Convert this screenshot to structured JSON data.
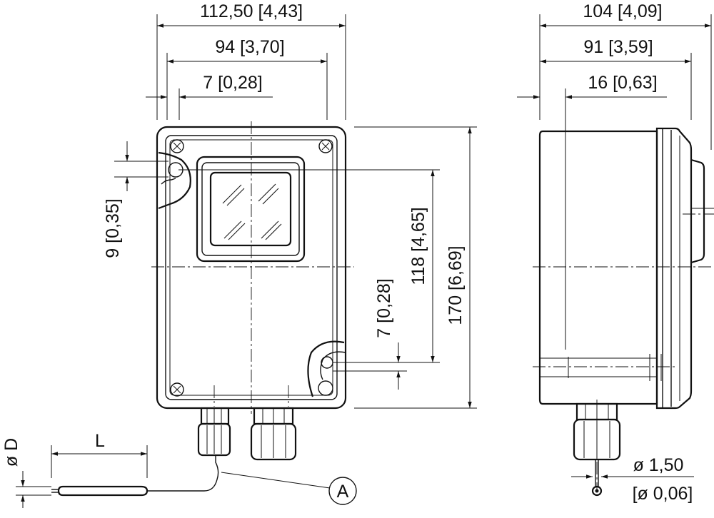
{
  "dimensions": {
    "front_width_overall": "112,50 [4,43]",
    "front_width_holes": "94 [3,70]",
    "front_hole_offset": "7 [0,28]",
    "side_depth_overall": "104 [4,09]",
    "side_depth_body": "91 [3,59]",
    "side_offset": "16 [0,63]",
    "hole_diameter_vertical": "9 [0,35]",
    "height_overall": "170 [6,69]",
    "height_holes": "118 [4,65]",
    "lower_hole_offset": "7 [0,28]",
    "sensor_diameter": "ø D",
    "sensor_length": "L",
    "cable_diameter_mm": "ø 1,50",
    "cable_diameter_in": "[ø 0,06]"
  },
  "callouts": {
    "sensor_marker": "A"
  }
}
